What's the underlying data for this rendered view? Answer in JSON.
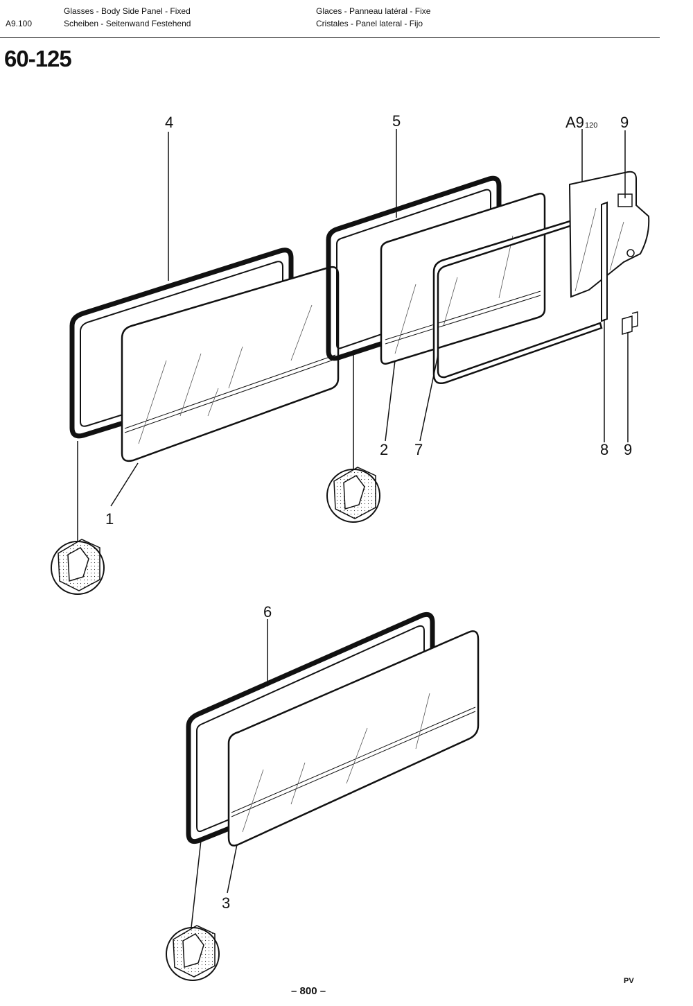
{
  "header": {
    "ref_code": "A9.100",
    "title_en": "Glasses - Body Side Panel - Fixed",
    "title_de": "Scheiben - Seitenwand Festehend",
    "title_fr": "Glaces - Panneau latéral - Fixe",
    "title_es": "Cristales - Panel lateral - Fijo"
  },
  "diagram_number": "60-125",
  "callouts": {
    "c1": "1",
    "c2": "2",
    "c3": "3",
    "c4": "4",
    "c5": "5",
    "c6": "6",
    "c7": "7",
    "c8": "8",
    "c9a": "9",
    "c9b": "9",
    "cross_ref_main": "A9",
    "cross_ref_sub": "120"
  },
  "footer": {
    "page_number": "– 800 –",
    "initials": "PV"
  }
}
